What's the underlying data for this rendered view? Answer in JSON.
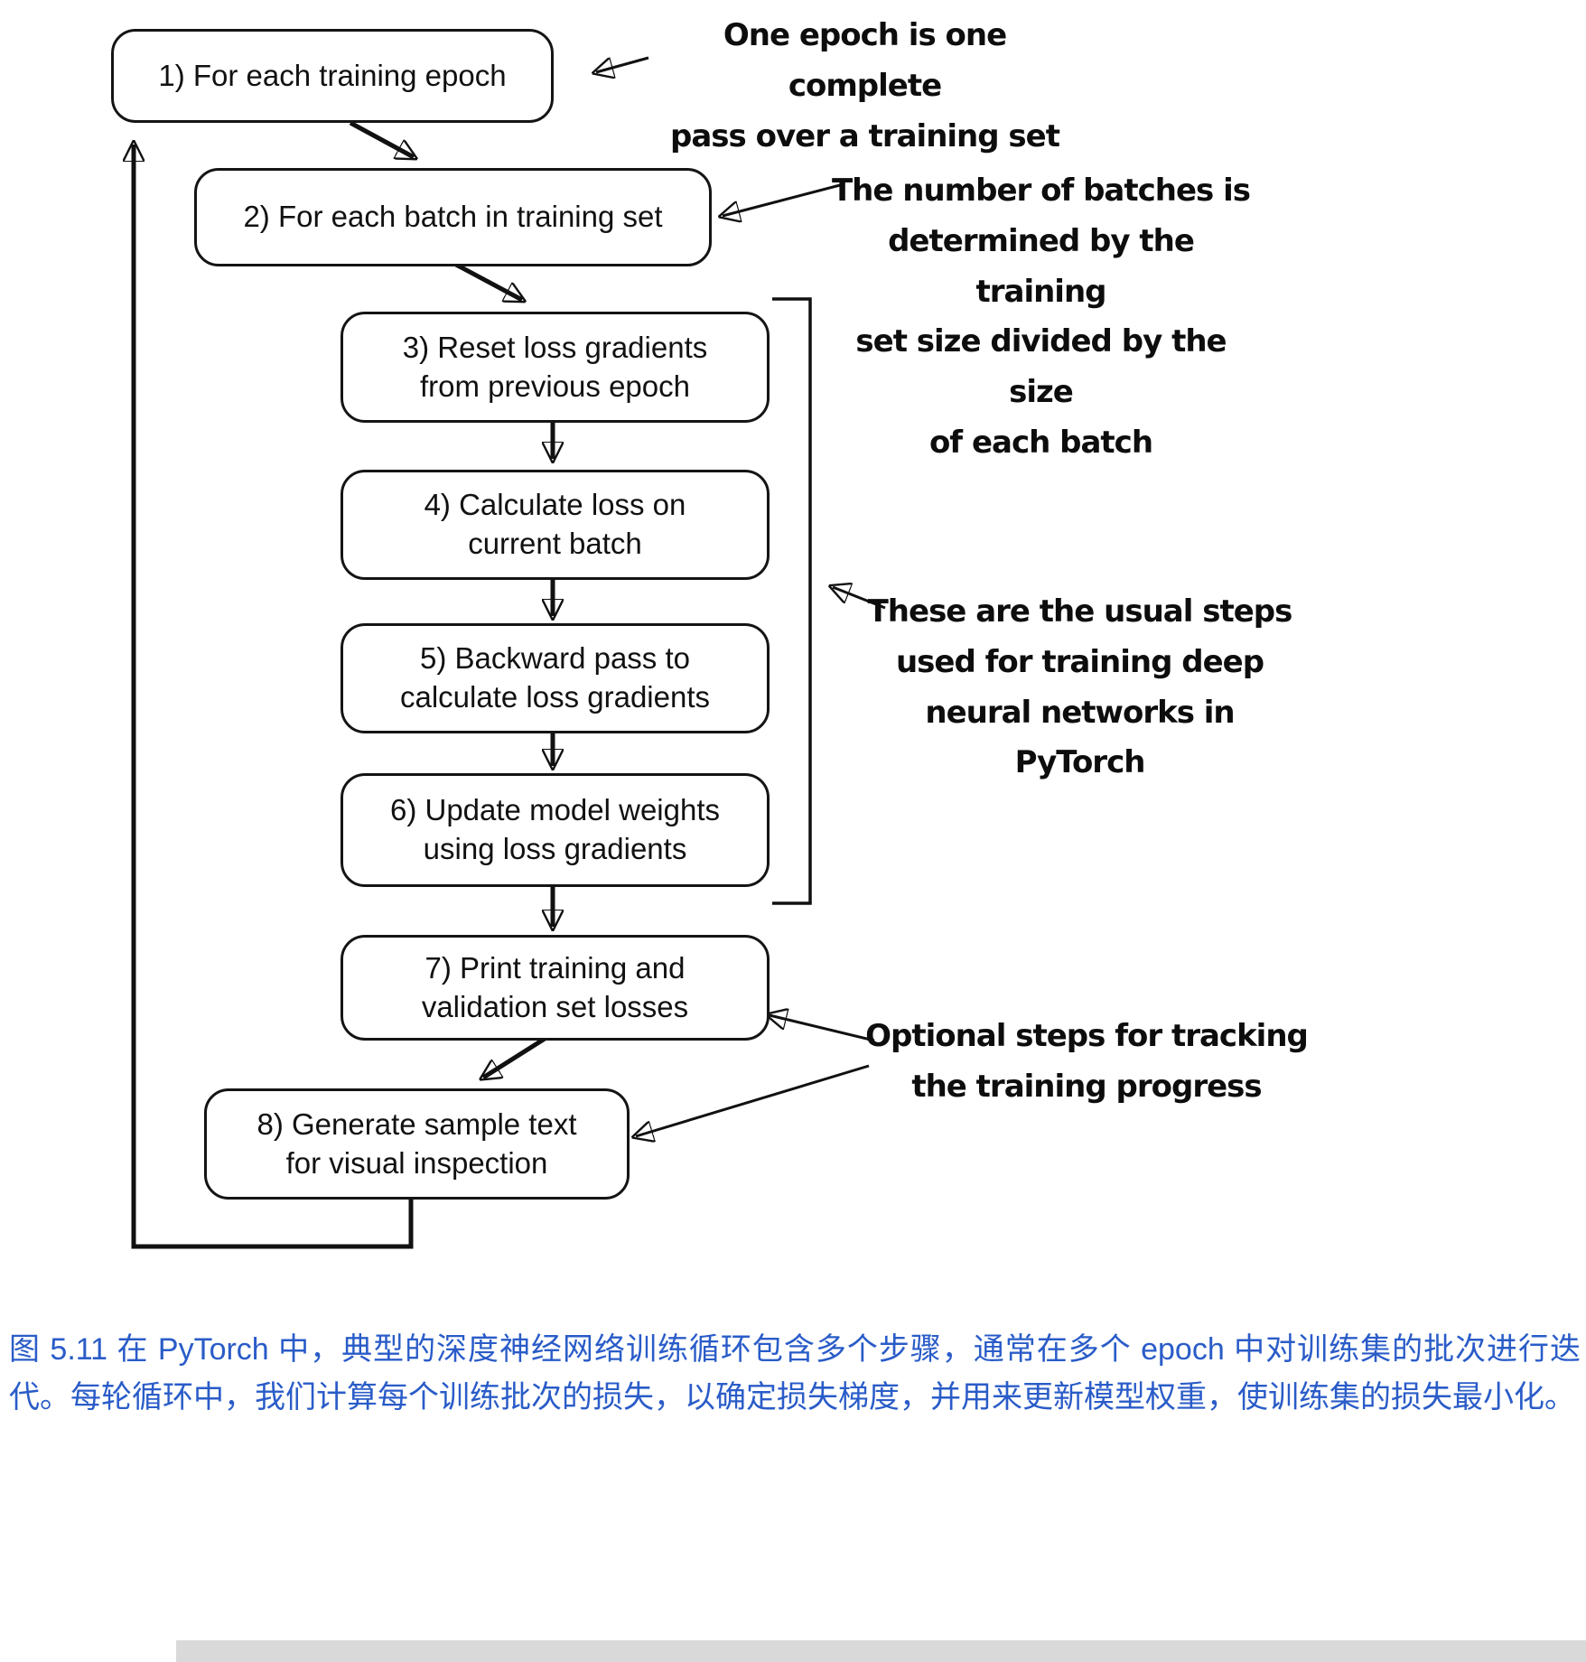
{
  "figure": {
    "steps": [
      {
        "label": "1) For each training epoch"
      },
      {
        "label": "2) For each batch in training set"
      },
      {
        "label": "3) Reset loss gradients\nfrom previous epoch"
      },
      {
        "label": "4) Calculate loss on\ncurrent batch"
      },
      {
        "label": "5) Backward pass to\ncalculate loss gradients"
      },
      {
        "label": "6) Update model weights\nusing loss gradients"
      },
      {
        "label": "7) Print training and\nvalidation set losses"
      },
      {
        "label": "8) Generate sample text\nfor visual inspection"
      }
    ],
    "annotations": [
      {
        "text": "One epoch is one complete\npass over a training set"
      },
      {
        "text": "The number of batches is\ndetermined by the training\nset size divided by the size\nof each batch"
      },
      {
        "text": "These are the usual steps\nused for training deep\nneural networks in\nPyTorch"
      },
      {
        "text": "Optional steps for tracking\nthe training progress"
      }
    ],
    "caption": "图 5.11 在 PyTorch 中，典型的深度神经网络训练循环包含多个步骤，通常在多个 epoch 中对训练集的批次进行迭代。每轮循环中，我们计算每个训练批次的损失，以确定损失梯度，并用来更新模型权重，使训练集的损失最小化。",
    "colors": {
      "ink": "#111111",
      "caption_blue": "#2a5cc8",
      "background": "#ffffff"
    }
  }
}
